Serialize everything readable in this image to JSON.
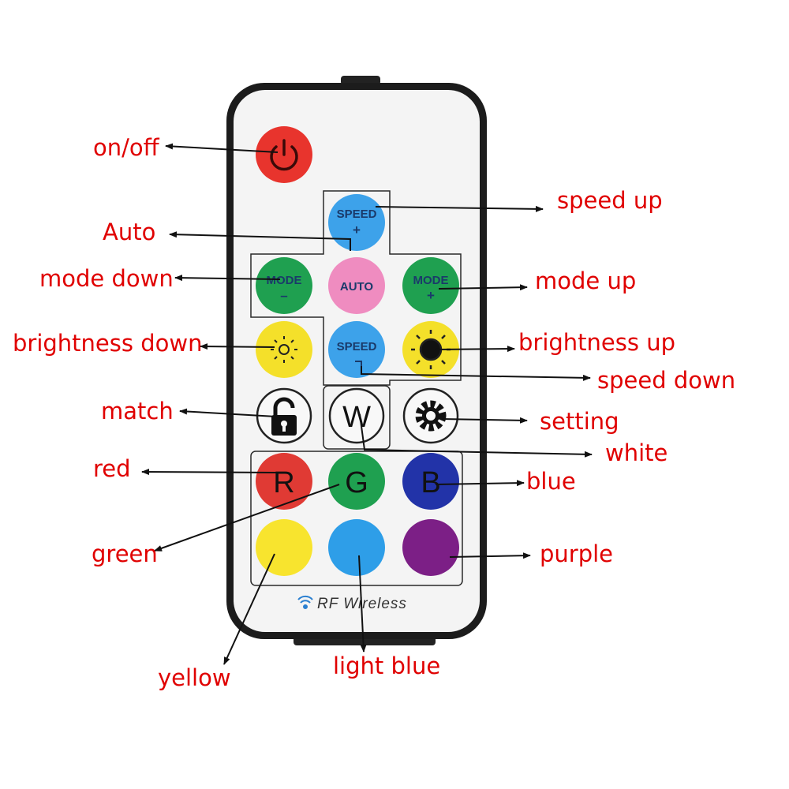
{
  "remote": {
    "brand_text": "RF Wireless",
    "buttons": {
      "power": {
        "color": "#e8342d"
      },
      "speed_up": {
        "line1": "SPEED",
        "line2": "+",
        "color": "#3da2ea"
      },
      "auto": {
        "label": "AUTO",
        "color": "#ef8cc0"
      },
      "mode_down": {
        "line1": "MODE",
        "line2": "–",
        "color": "#1fa050"
      },
      "mode_up": {
        "line1": "MODE",
        "line2": "+",
        "color": "#1fa050"
      },
      "brightness_down": {
        "color": "#f4e02a"
      },
      "speed_down": {
        "line1": "SPEED",
        "color": "#3da2ea"
      },
      "brightness_up": {
        "color": "#f4e02a"
      },
      "white": {
        "letter": "W"
      },
      "red": {
        "letter": "R",
        "color": "#e03a34"
      },
      "green": {
        "letter": "G",
        "color": "#1fa050"
      },
      "blue": {
        "letter": "B",
        "color": "#2233a8"
      },
      "yellow": {
        "color": "#f8e42e"
      },
      "light_blue": {
        "color": "#2e9ee8"
      },
      "purple": {
        "color": "#7c1f86"
      }
    }
  },
  "labels": {
    "on_off": "on/off",
    "speed_up": "speed up",
    "auto": "Auto",
    "mode_down": "mode down",
    "mode_up": "mode up",
    "brightness_down": "brightness down",
    "brightness_up": "brightness up",
    "speed_down": "speed down",
    "match": "match",
    "setting": "setting",
    "white": "white",
    "red": "red",
    "blue": "blue",
    "green": "green",
    "purple": "purple",
    "yellow": "yellow",
    "light_blue": "light blue"
  },
  "colors": {
    "label_text": "#e00000",
    "remote_body": "#f4f4f4",
    "remote_frame": "#1c1c1c",
    "arrow": "#111111"
  }
}
